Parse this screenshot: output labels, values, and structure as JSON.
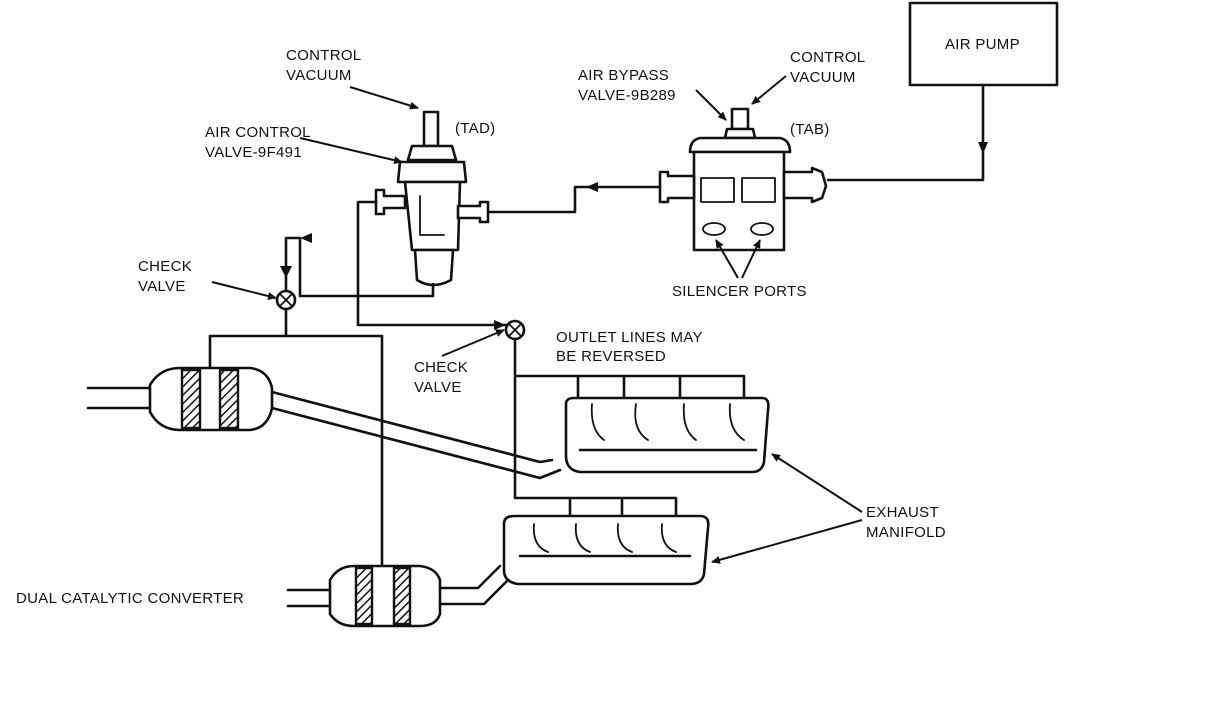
{
  "labels": {
    "air_pump": "AIR PUMP",
    "control_vacuum_left_1": "CONTROL",
    "control_vacuum_left_2": "VACUUM",
    "control_vacuum_right_1": "CONTROL",
    "control_vacuum_right_2": "VACUUM",
    "tad": "(TAD)",
    "tab": "(TAB)",
    "air_control_valve_1": "AIR CONTROL",
    "air_control_valve_2": "VALVE-9F491",
    "air_bypass_valve_1": "AIR BYPASS",
    "air_bypass_valve_2": "VALVE-9B289",
    "silencer_ports": "SILENCER PORTS",
    "check_valve_upper_1": "CHECK",
    "check_valve_upper_2": "VALVE",
    "check_valve_lower_1": "CHECK",
    "check_valve_lower_2": "VALVE",
    "outlet_lines_1": "OUTLET LINES MAY",
    "outlet_lines_2": "BE REVERSED",
    "exhaust_manifold_1": "EXHAUST",
    "exhaust_manifold_2": "MANIFOLD",
    "dual_catalytic_converter": "DUAL CATALYTIC CONVERTER"
  }
}
